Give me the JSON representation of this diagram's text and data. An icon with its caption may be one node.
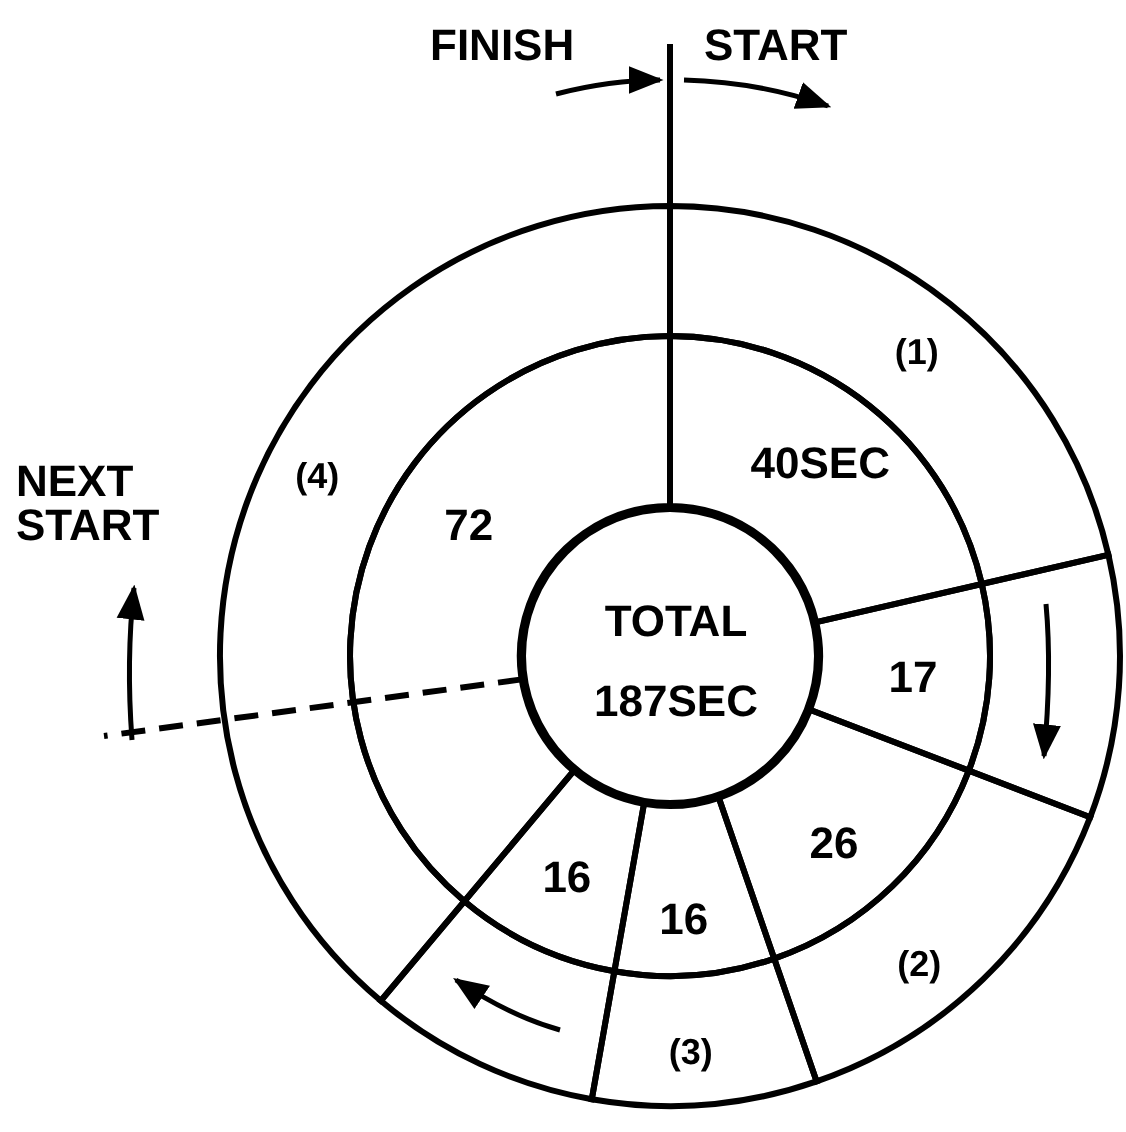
{
  "diagram": {
    "nodes": [
      {
        "text": [
          "TOTAL 187SEC"
        ]
      },
      {
        "text": [
          "40SEC"
        ]
      },
      {
        "text": [
          "17"
        ]
      },
      {
        "text": [
          "26"
        ]
      },
      {
        "text": [
          "16"
        ]
      },
      {
        "text": [
          "16"
        ]
      },
      {
        "text": [
          "72"
        ]
      },
      {
        "text": [
          "(1)"
        ]
      },
      {
        "text": [],
        "shape": "sector"
      },
      {
        "text": [
          "(2)"
        ]
      },
      {
        "text": [
          "(3)"
        ]
      },
      {
        "text": [],
        "shape": "sector"
      },
      {
        "text": [
          "(4)"
        ]
      }
    ],
    "labels": [
      "FINISH",
      "START",
      "NEXT START"
    ]
  }
}
